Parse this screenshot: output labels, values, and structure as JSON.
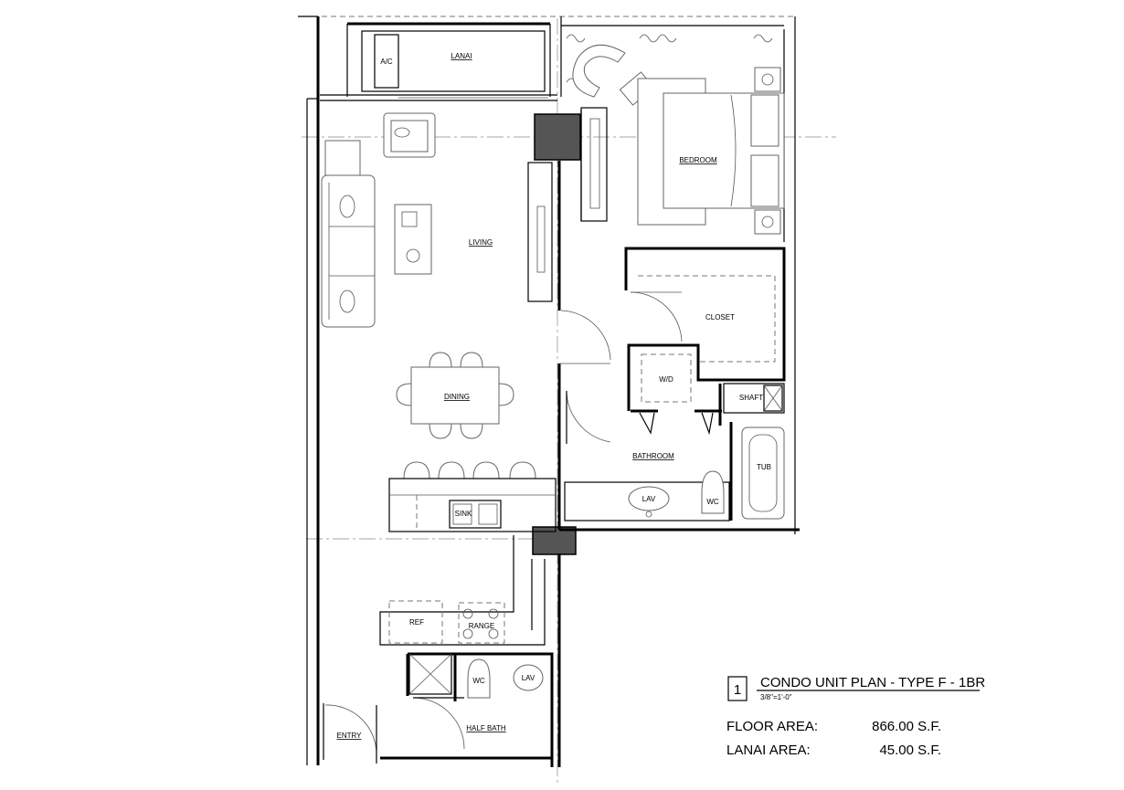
{
  "rooms": {
    "lanai": "LANAI",
    "ac": "A/C",
    "bedroom": "BEDROOM",
    "living": "LIVING",
    "closet": "CLOSET",
    "wd": "W/D",
    "shaft": "SHAFT",
    "dining": "DINING",
    "bathroom": "BATHROOM",
    "tub": "TUB",
    "lav": "LAV",
    "wc": "WC",
    "sink": "SINK",
    "ref": "REF",
    "range": "RANGE",
    "lav2": "LAV",
    "wc2": "WC",
    "entry": "ENTRY",
    "half_bath": "HALF BATH"
  },
  "title_block": {
    "number": "1",
    "title": "CONDO UNIT PLAN - TYPE F - 1BR",
    "scale": "3/8\"=1'-0\""
  },
  "areas": [
    {
      "label": "FLOOR AREA:",
      "value": "866.00 S.F."
    },
    {
      "label": "LANAI AREA:",
      "value": "45.00 S.F."
    }
  ]
}
